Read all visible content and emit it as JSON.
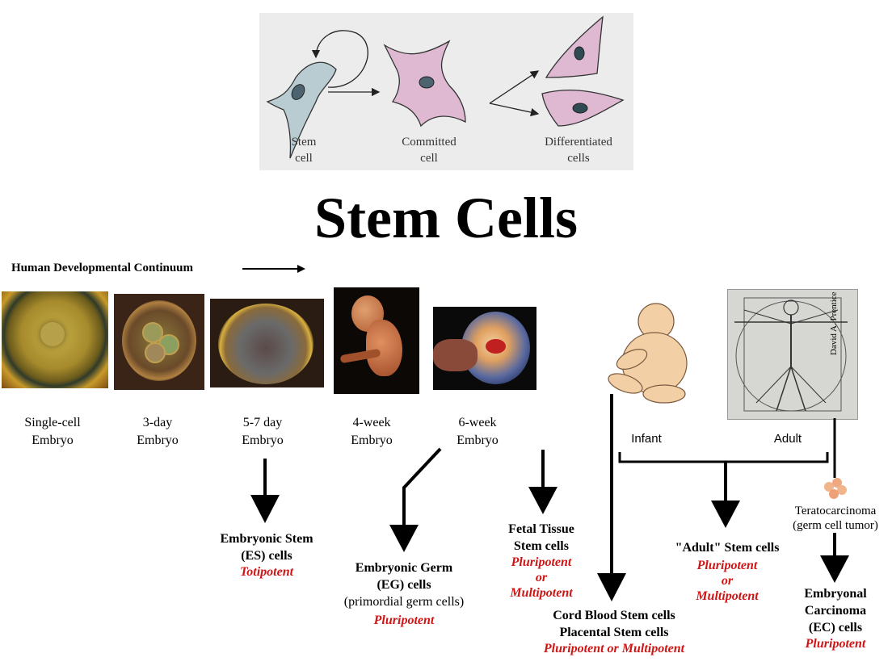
{
  "inset": {
    "labels": [
      "Stem\ncell",
      "Committed\ncell",
      "Differentiated\ncells"
    ]
  },
  "title": "Stem Cells",
  "continuum_label": "Human Developmental Continuum",
  "stages": [
    {
      "label": "Single-cell\nEmbryo"
    },
    {
      "label": "3-day\nEmbryo"
    },
    {
      "label": "5-7 day\nEmbryo"
    },
    {
      "label": "4-week\nEmbryo"
    },
    {
      "label": "6-week\nEmbryo"
    },
    {
      "label": "Infant"
    },
    {
      "label": "Adult"
    }
  ],
  "credit": "David A. Prentice",
  "teratocarcinoma": "Teratocarcinoma\n(germ cell tumor)",
  "results": {
    "es": {
      "name": "Embryonic Stem\n(ES) cells",
      "potency": "Totipotent"
    },
    "eg": {
      "name": "Embryonic Germ\n(EG) cells",
      "sub": "(primordial germ cells)",
      "potency": "Pluripotent"
    },
    "fetal": {
      "name": "Fetal Tissue\nStem cells",
      "potency": "Pluripotent\nor\nMultipotent"
    },
    "cord": {
      "name": "Cord Blood Stem cells\nPlacental Stem cells",
      "potency": "Pluripotent or Multipotent"
    },
    "adult": {
      "name": "\"Adult\" Stem cells",
      "potency": "Pluripotent\nor\nMultipotent"
    },
    "ec": {
      "name": "Embryonal\nCarcinoma\n(EC) cells",
      "potency": "Pluripotent"
    }
  }
}
